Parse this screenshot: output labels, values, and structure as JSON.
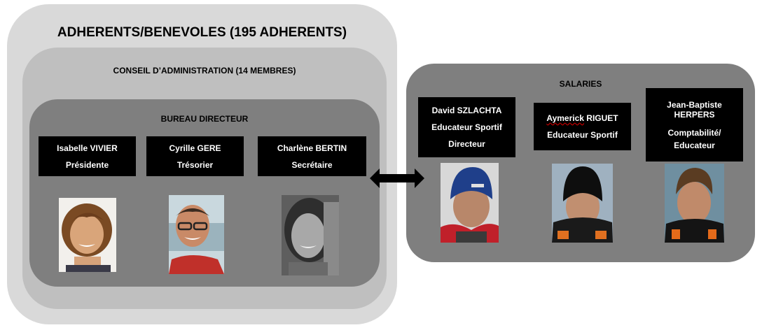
{
  "organization": {
    "title": "ADHERENTS/BENEVOLES (195 ADHERENTS)",
    "conseil_title": "CONSEIL D’ADMINISTRATION (14 MEMBRES)",
    "bureau_title": "BUREAU DIRECTEUR",
    "salaries_title": "SALARIES"
  },
  "bureau": [
    {
      "name": "Isabelle VIVIER",
      "role": "Présidente"
    },
    {
      "name": "Cyrille GERE",
      "role": "Trésorier"
    },
    {
      "name": "Charlène BERTIN",
      "role": "Secrétaire"
    }
  ],
  "salaries": [
    {
      "name": "David SZLACHTA",
      "role": "Educateur Sportif",
      "role2": "Directeur"
    },
    {
      "name_first": "Aymerick",
      "name_last": " RIGUET",
      "role": "Educateur Sportif"
    },
    {
      "name_line1": "Jean-Baptiste",
      "name_line2": "HERPERS",
      "role_line1": "Comptabilité/",
      "role_line2": "Educateur"
    }
  ],
  "colors": {
    "outer": "#d9d9d9",
    "conseil": "#bfbfbf",
    "inner": "#7f7f7f",
    "card": "#000000"
  }
}
